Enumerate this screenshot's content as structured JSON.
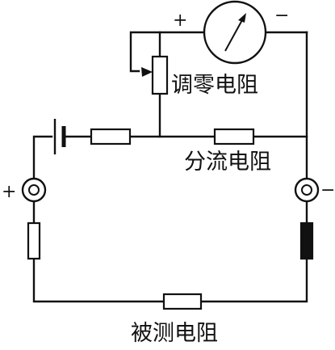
{
  "labels": {
    "zero_adjust_resistor": "调零电阻",
    "shunt_resistor": "分流电阻",
    "measured_resistor": "被测电阻",
    "meter_plus": "+",
    "meter_minus": "−",
    "terminal_left_plus": "+",
    "terminal_right_minus": "−"
  }
}
